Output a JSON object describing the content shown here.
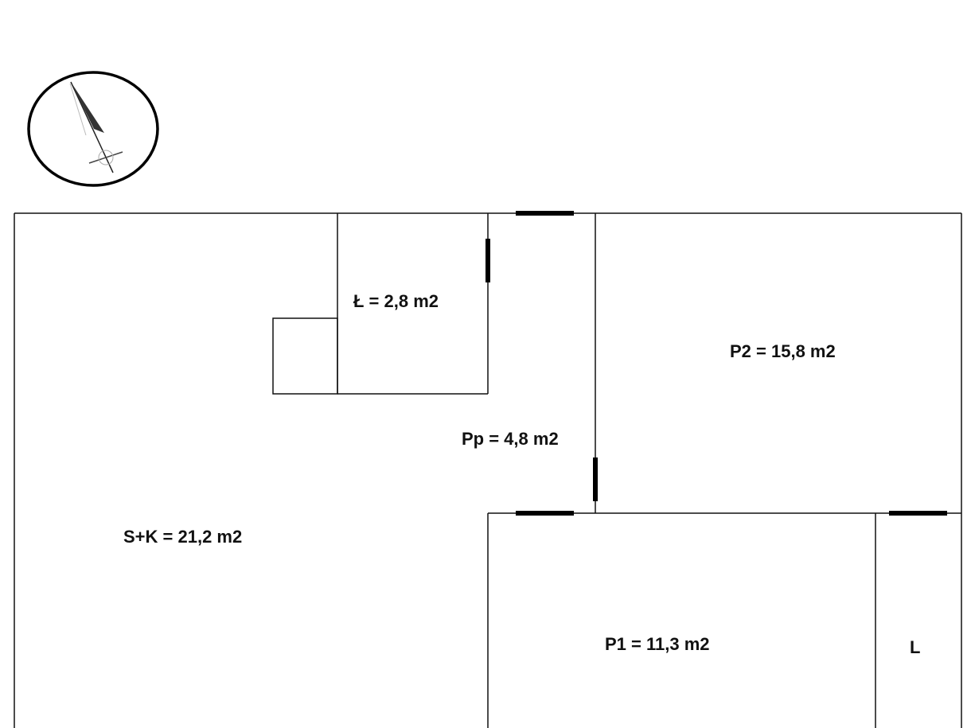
{
  "rooms": {
    "lazienka": "Ł = 2,8 m2",
    "pokoj2": "P2 = 15,8 m2",
    "przedpokoj": "Pp = 4,8 m2",
    "salon_kuchnia": "S+K = 21,2 m2",
    "pokoj1": "P1 = 11,3 m2",
    "loggia": "L"
  },
  "colors": {
    "wall": "#111111",
    "door": "#000000"
  },
  "icons": {
    "compass": "north-arrow-icon"
  }
}
